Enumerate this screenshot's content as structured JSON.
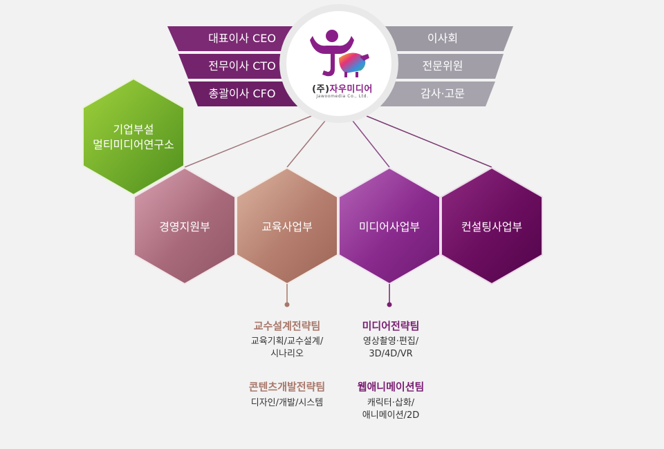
{
  "colors": {
    "exec_left": "#7b2a73",
    "exec_right": "#9a97a0",
    "rnd_green": "#6fb22a",
    "hex_mgmt": "#a86a7b",
    "hex_edu": "#b57e6e",
    "hex_media": "#8a2a8e",
    "hex_consult": "#6a0d5e",
    "connector": "#a0757a"
  },
  "logo": {
    "name_prefix": "(주)",
    "name_main": "자우미디어",
    "sub": "Jawoomedia Co., Ltd.",
    "icon": "bull-mascot-icon"
  },
  "executives_left": [
    "대표이사 CEO",
    "전무이사 CTO",
    "총괄이사 CFO"
  ],
  "executives_right": [
    "이사회",
    "전문위원",
    "감사·고문"
  ],
  "rnd": {
    "line1": "기업부설",
    "line2": "멀티미디어연구소"
  },
  "divisions": [
    "경영지원부",
    "교육사업부",
    "미디어사업부",
    "컨설팅사업부"
  ],
  "teams_left": [
    {
      "title": "교수설계전략팀",
      "desc": "교육기획/교수설계/\n시나리오"
    },
    {
      "title": "콘텐츠개발전략팀",
      "desc": "디자인/개발/시스템"
    }
  ],
  "teams_right": [
    {
      "title": "미디어전략팀",
      "desc": "영상촬영·편집/\n3D/4D/VR"
    },
    {
      "title": "웹애니메이션팀",
      "desc": "캐릭터·삽화/\n애니메이션/2D"
    }
  ]
}
